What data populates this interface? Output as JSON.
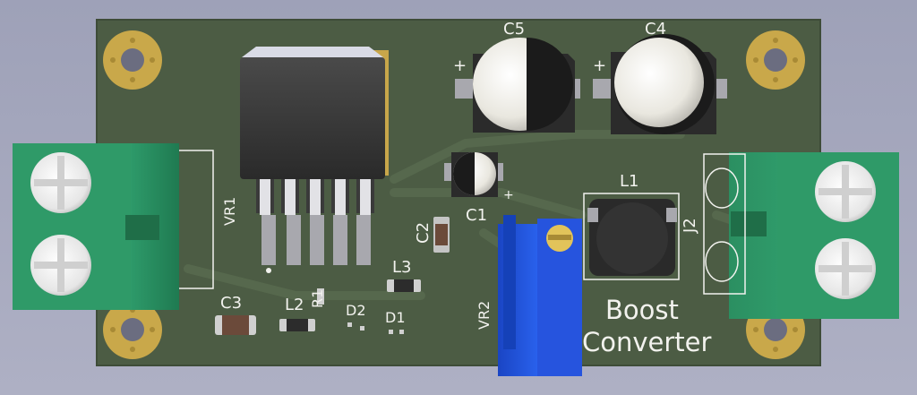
{
  "board": {
    "title_line1": "Boost",
    "title_line2": "Converter"
  },
  "refs": {
    "c5": "C5",
    "c4": "C4",
    "c1": "C1",
    "c2": "C2",
    "c3": "C3",
    "l1": "L1",
    "l2": "L2",
    "l3": "L3",
    "r1": "R1",
    "d1": "D1",
    "d2": "D2",
    "vr1": "VR1",
    "vr2": "VR2",
    "j2": "J2"
  },
  "polarity": {
    "c5_plus": "+",
    "c4_plus": "+",
    "c1_plus": "+"
  },
  "colors": {
    "pcb_green": "#4c5c44",
    "silkscreen": "#f2f2ee",
    "terminal_green": "#2e9a6a",
    "trimmer_blue": "#1c4fd8",
    "pad_gold": "#c9a84a"
  }
}
